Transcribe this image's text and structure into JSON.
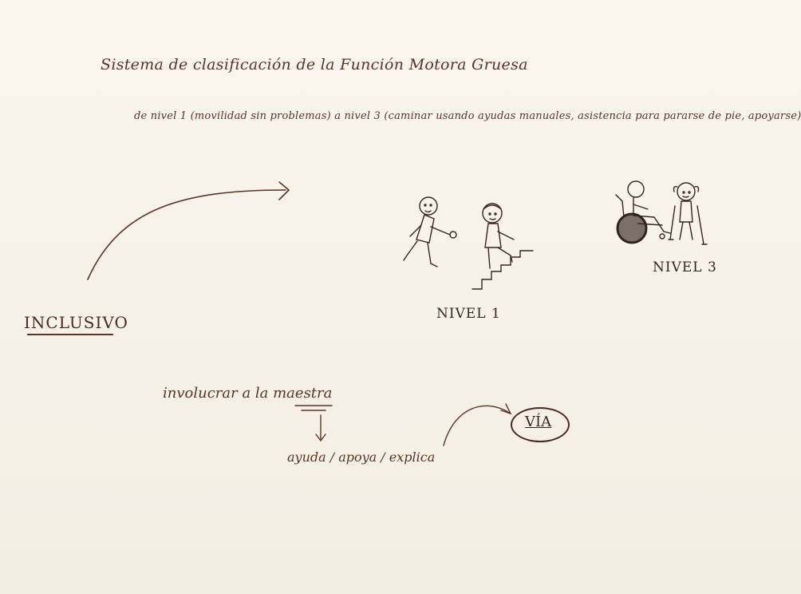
{
  "sheet": {
    "title": "Sistema de clasificación de la Función Motora Gruesa",
    "subtitle": "de nivel 1 (movilidad sin problemas) a nivel 3 (caminar usando ayudas manuales, asistencia para pararse de pie, apoyarse)",
    "inclusivo": "INCLUSIVO",
    "nivel1": "NIVEL 1",
    "nivel3": "NIVEL 3",
    "involucrar": "involucrar a la maestra",
    "ayuda": "ayuda / apoya / explica",
    "via": "VÍA"
  },
  "colors": {
    "paper": "#f7f3e9",
    "ink": "#5a3327",
    "dark_ink": "#3b2420"
  },
  "illustrations": [
    "running-child-icon",
    "child-climbing-stairs-icon",
    "wheelchair-user-icon",
    "child-with-crutches-icon"
  ]
}
